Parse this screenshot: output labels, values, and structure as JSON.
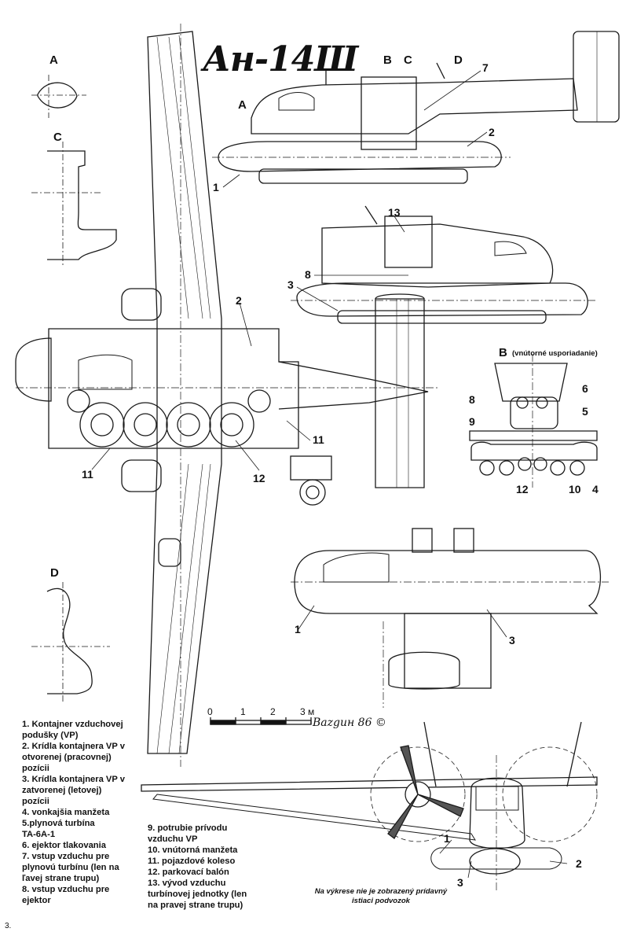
{
  "title": "Ан-14Ш",
  "view_labels": {
    "A_detail": "A",
    "C_detail": "C",
    "D_detail": "D",
    "A_cut": "A",
    "B_cut": "B",
    "C_cut": "C",
    "D_cut": "D",
    "B_view": "B",
    "B_view_caption": "(vnútorné usporiadanie)"
  },
  "callouts": {
    "c1_side": "1",
    "c2_side": "2",
    "c7": "7",
    "c13": "13",
    "c8_side": "8",
    "c3_side": "3",
    "c2_plan": "2",
    "c11_plan": "11",
    "c11_detail": "11",
    "c12_plan": "12",
    "b8": "8",
    "b9": "9",
    "b6": "6",
    "b5": "5",
    "b12": "12",
    "b10": "10",
    "b4": "4",
    "c1_top": "1",
    "c3_top": "3",
    "f1": "1",
    "f2": "2",
    "f3": "3"
  },
  "scale": {
    "t0": "0",
    "t1": "1",
    "t2": "2",
    "t3": "3 м"
  },
  "signature": "Ваzgин 86 ©",
  "legend_left": [
    "1. Kontajner vzduchovej",
    "podušky (VP)",
    "2. Krídla kontajnera VP v",
    "otvorenej (pracovnej)",
    "pozícii",
    "3. Krídla kontajnera VP v",
    "zatvorenej (letovej)",
    "pozícii",
    "4. vonkajšia manžeta",
    "5.plynová turbína",
    "TA-6A-1",
    "6. ejektor tlakovania",
    "7. vstup vzduchu pre",
    "plynovú turbínu (len na",
    "ľavej strane trupu)",
    "8. vstup vzduchu pre",
    "ejektor"
  ],
  "legend_right": [
    "9. potrubie prívodu",
    "vzduchu VP",
    "10. vnútorná manžeta",
    "11. pojazdové koleso",
    "12. parkovací balón",
    "13. vývod vzduchu",
    "turbínovej jednotky (len",
    "na pravej strane trupu)"
  ],
  "note": "Na výkrese nie je zobrazený prídavný istiaci podvozok",
  "page_number": "3."
}
